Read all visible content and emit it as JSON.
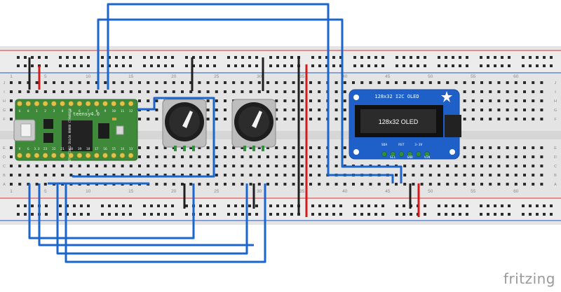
{
  "breadboard": {
    "column_numbers": [
      "1",
      "5",
      "10",
      "15",
      "20",
      "25",
      "30",
      "35",
      "40",
      "45",
      "50",
      "55",
      "60"
    ],
    "row_letters_top": [
      "J",
      "I",
      "H",
      "G",
      "F"
    ],
    "row_letters_bottom": [
      "E",
      "D",
      "C",
      "B",
      "A"
    ]
  },
  "teensy": {
    "model_label": "teensy4.0",
    "chip_label": "MIMXRT1062 DVL6A 0N00U CTAW0830",
    "pin_labels_top": [
      "G",
      "0",
      "1",
      "2",
      "3",
      "4",
      "5",
      "6",
      "7",
      "8",
      "9",
      "10",
      "11",
      "12"
    ],
    "pin_labels_right": [
      "V",
      "G",
      "3.3",
      "23",
      "22",
      "21",
      "20",
      "19",
      "18",
      "17",
      "16",
      "15",
      "14",
      "13"
    ]
  },
  "oled": {
    "header": "128x32 I2C OLED",
    "screen_text": "128x32 OLED",
    "pin_labels": [
      "SDA",
      "SCL",
      "RST",
      "GND",
      "3-3V",
      "VIN"
    ]
  },
  "footer": {
    "brand": "fritzing"
  },
  "colors": {
    "wire_blue": "#1a66cc",
    "wire_red": "#d41a1a",
    "wire_black": "#1f1f1f",
    "rail_red": "#e25050",
    "rail_blue": "#3f6fd0",
    "board_green": "#3f8a3a",
    "oled_blue": "#1f5fc8"
  }
}
